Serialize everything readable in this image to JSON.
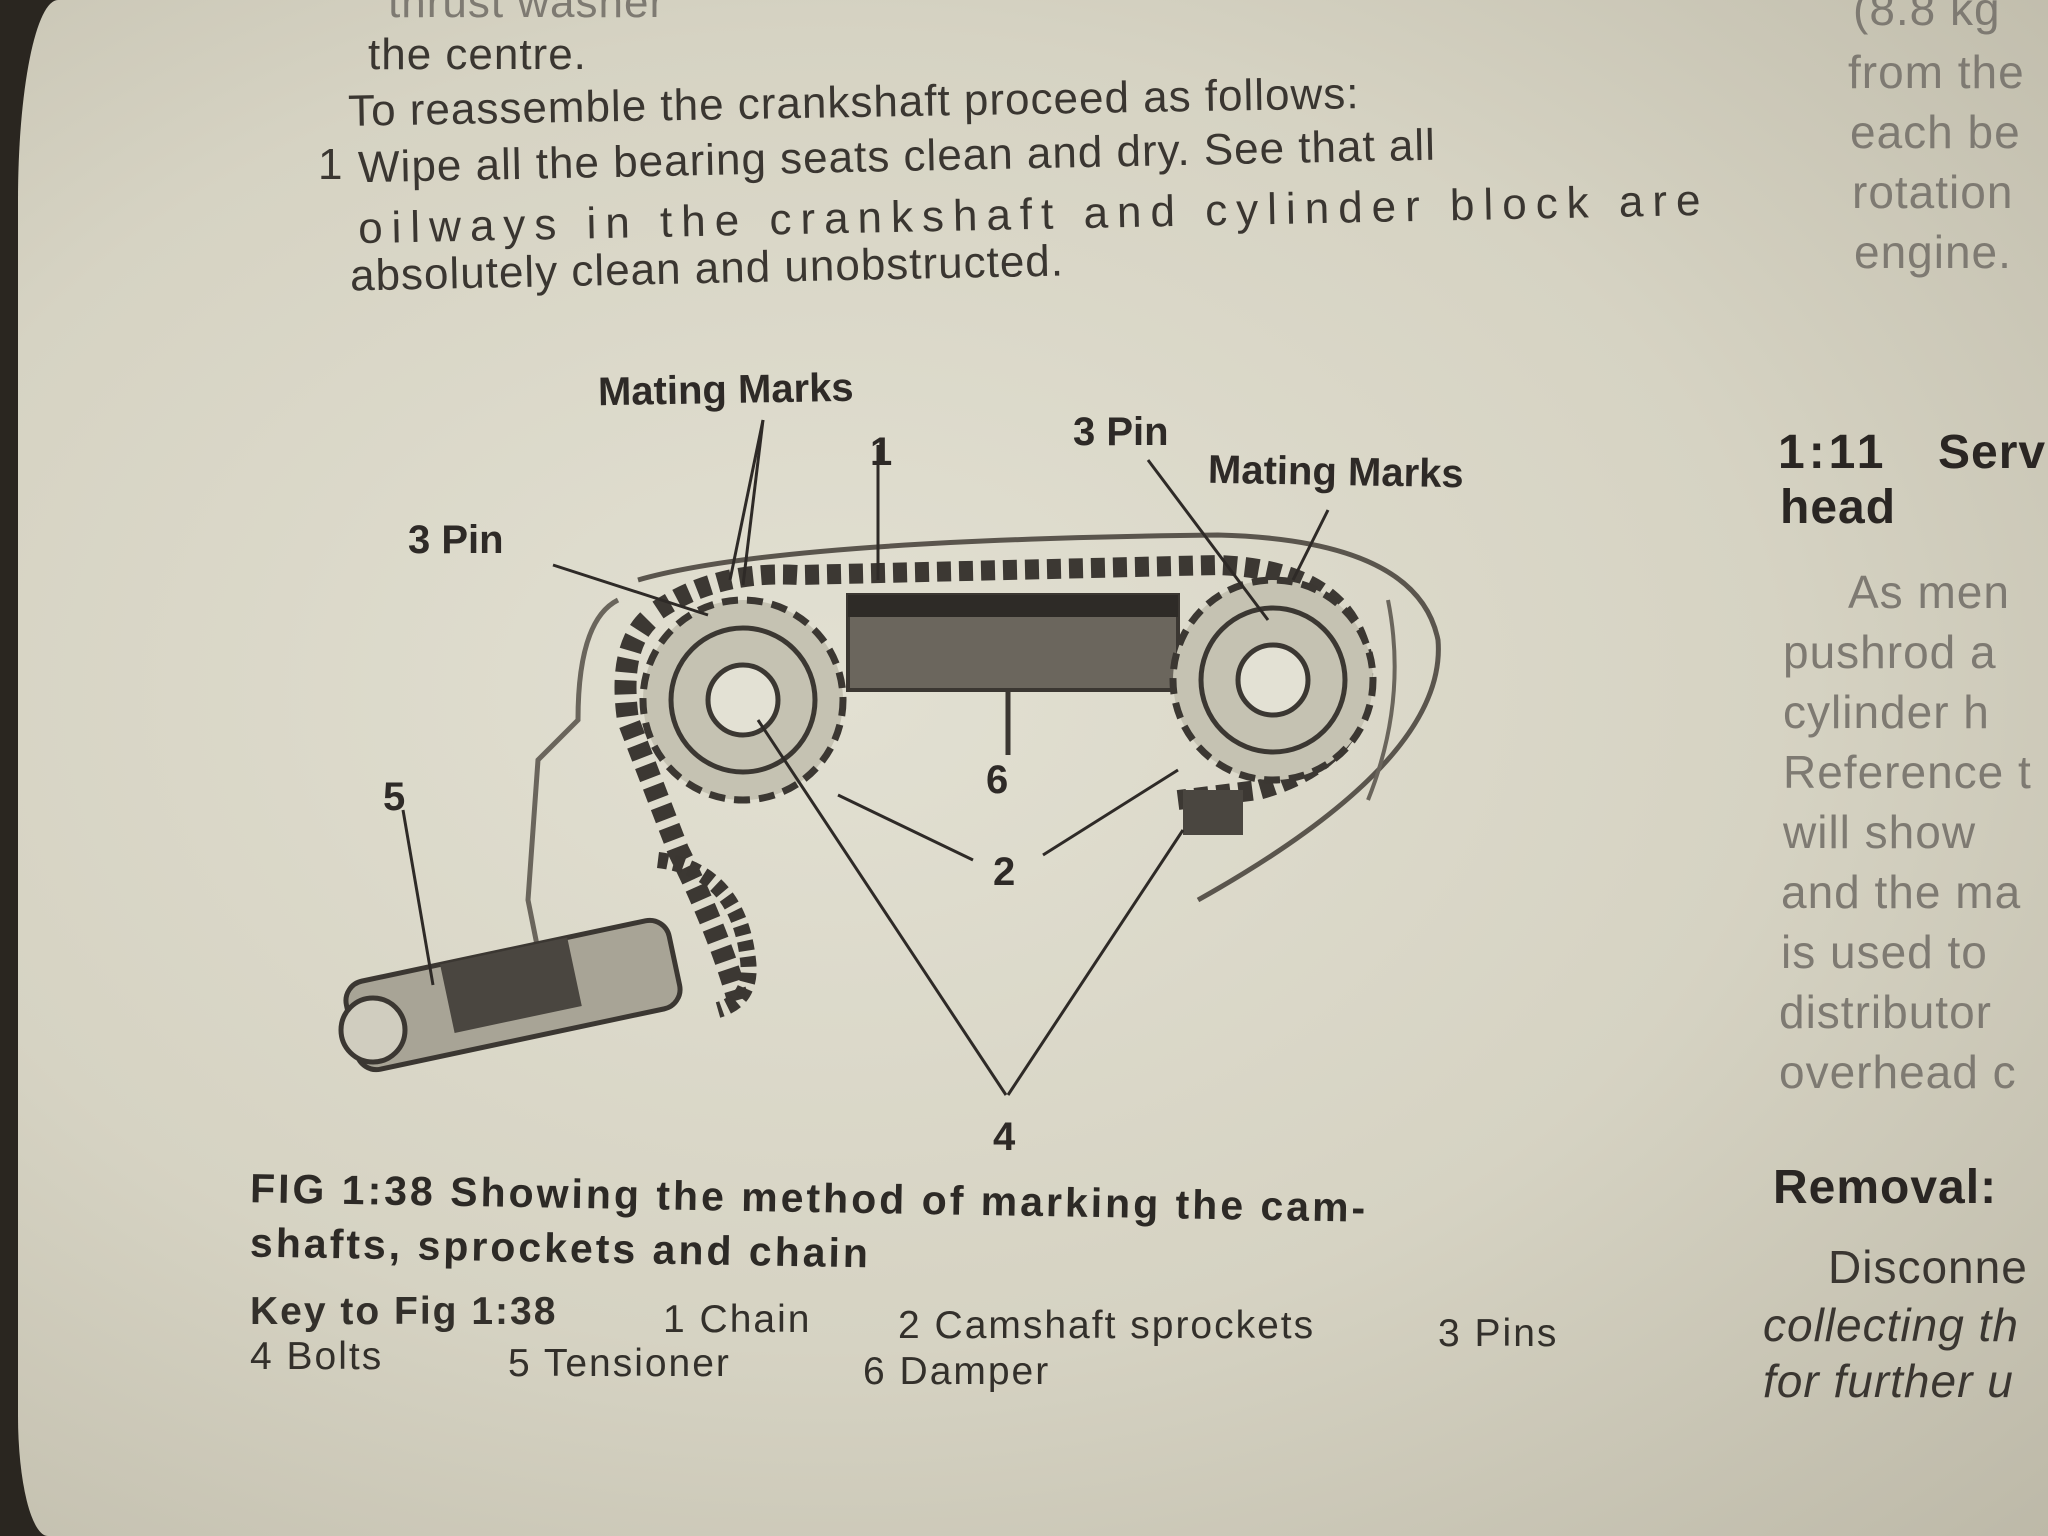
{
  "left_column": {
    "partial_top_line": "thrust washer",
    "line_centre": "the centre.",
    "intro": "To reassemble the crankshaft proceed as follows:",
    "step_number": "1",
    "step_line1": "Wipe all the bearing seats clean and dry. See that all",
    "step_line2": "oilways in the crankshaft and cylinder block are",
    "step_line3": "absolutely clean and unobstructed."
  },
  "figure": {
    "label_mating_marks_left": "Mating Marks",
    "label_1": "1",
    "label_3pin_left": "3 Pin",
    "label_3pin_right": "3 Pin",
    "label_mating_marks_right": "Mating Marks",
    "label_5": "5",
    "label_6": "6",
    "label_2": "2",
    "label_4": "4"
  },
  "caption": {
    "line1": "FIG 1:38  Showing the method of marking the cam-",
    "line2": "shafts, sprockets and chain"
  },
  "key": {
    "title": "Key to Fig 1:38",
    "item1": "1  Chain",
    "item2": "2  Camshaft sprockets",
    "item3": "3  Pins",
    "item4": "4  Bolts",
    "item5": "5  Tensioner",
    "item6": "6  Damper"
  },
  "right_column": {
    "partial_top": "(8.8 kg",
    "line1": "from the",
    "line2": "each be",
    "line3": "rotation",
    "line4": "engine.",
    "section_number": "1:11",
    "section_title_part": "Serv",
    "section_title_line2": "head",
    "body1": "As men",
    "body2": "pushrod a",
    "body3": "cylinder h",
    "body4": "Reference t",
    "body5": "will show",
    "body6": "and the ma",
    "body7": "is used to",
    "body8": "distributor",
    "body9": "overhead c",
    "removal": "Removal:",
    "r1": "Disconne",
    "r2": "collecting th",
    "r3": "for further u"
  }
}
